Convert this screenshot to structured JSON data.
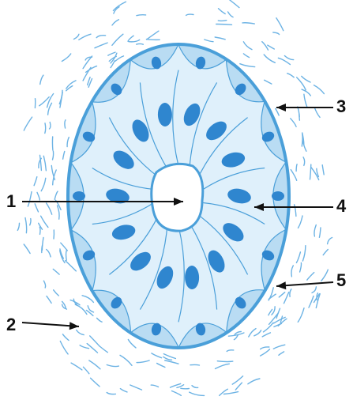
{
  "colors": {
    "background": "#ffffff",
    "outline": "#4a9fd9",
    "cell_fill": "#dff0fb",
    "basal_fill": "#b9dcf3",
    "nucleus": "#2f86cf",
    "fiber": "#6db3e4",
    "arrow": "#111111",
    "label": "#111111"
  },
  "labels": [
    "1",
    "2",
    "3",
    "4",
    "5"
  ]
}
